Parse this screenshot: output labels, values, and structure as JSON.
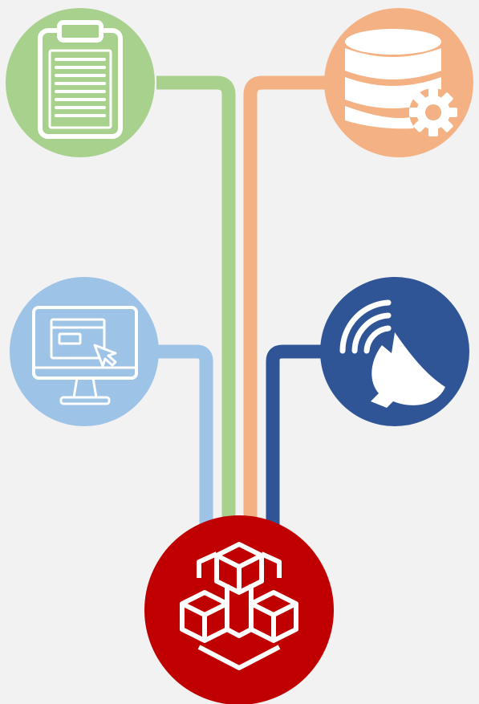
{
  "colors": {
    "background": "#f2f2f2",
    "green": "#a9d18e",
    "orange": "#f4b183",
    "light_blue": "#9dc3e6",
    "dark_blue": "#2f5597",
    "red": "#c00000",
    "icon_stroke": "#ffffff"
  },
  "nodes": [
    {
      "id": "document",
      "icon": "clipboard-document-icon",
      "color_key": "green"
    },
    {
      "id": "database",
      "icon": "database-settings-icon",
      "color_key": "orange"
    },
    {
      "id": "web-app",
      "icon": "computer-monitor-window-icon",
      "color_key": "light_blue"
    },
    {
      "id": "satellite",
      "icon": "satellite-dish-signal-icon",
      "color_key": "dark_blue"
    },
    {
      "id": "hub",
      "icon": "cubes-cluster-icon",
      "color_key": "red"
    }
  ]
}
